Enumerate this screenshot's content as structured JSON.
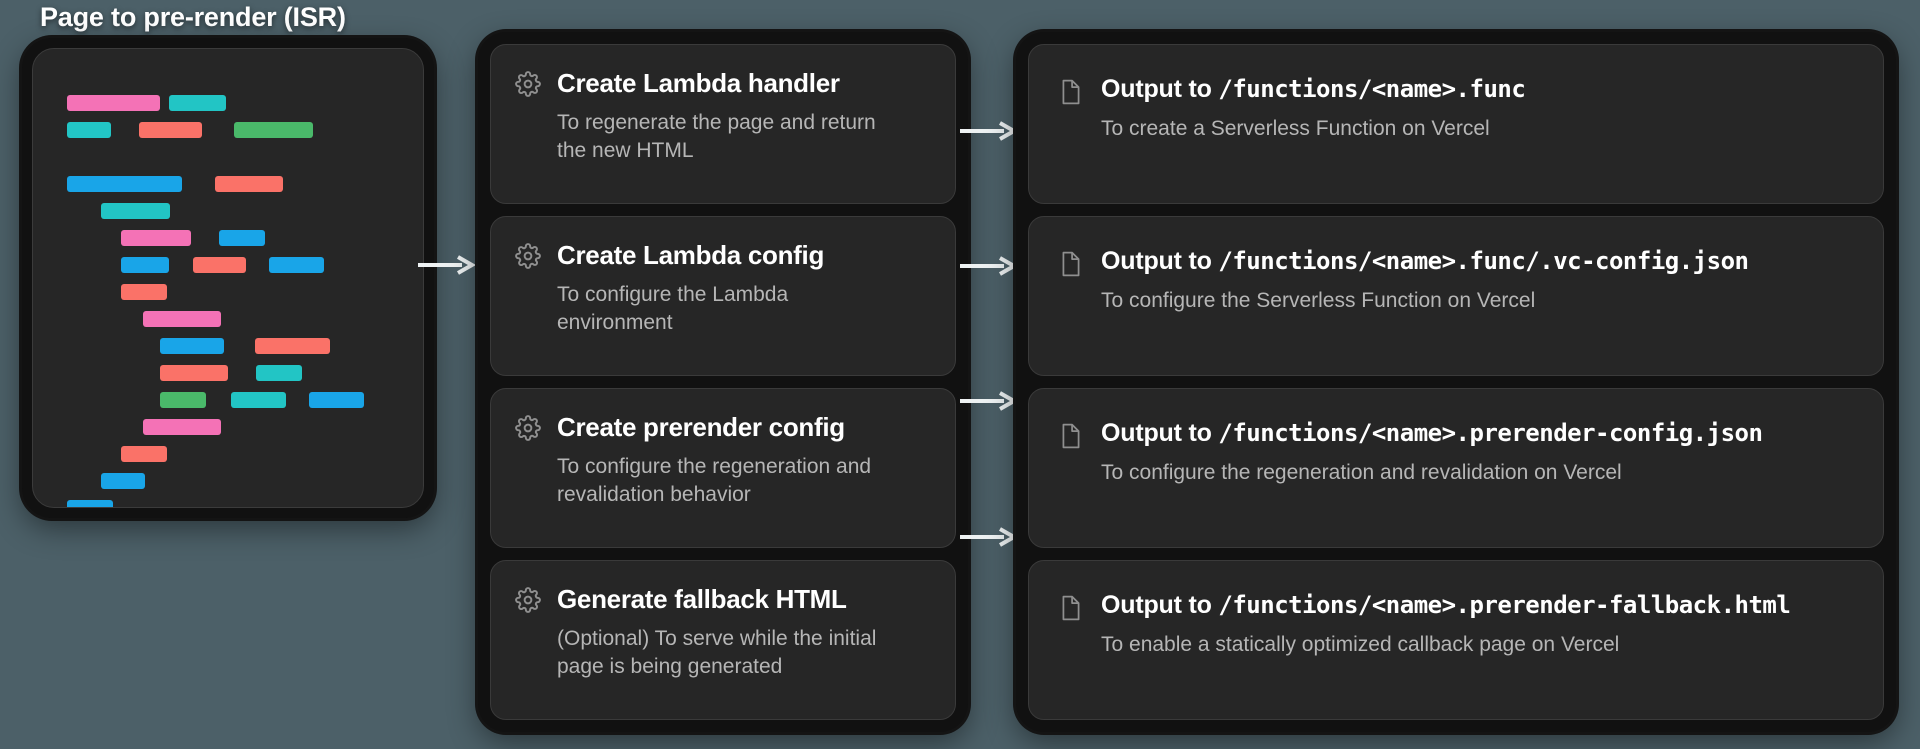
{
  "background_color": "#4c6068",
  "columns": {
    "left": {
      "title": "Page to pre-render (ISR)",
      "panel_name": "code-preview-panel",
      "code_lines": [
        [
          {
            "c": "#f472b6",
            "w": 93
          },
          {
            "c": "#22c5c5",
            "w": 57
          }
        ],
        [
          {
            "c": "#22c5c5",
            "w": 44
          },
          {
            "s": 10
          },
          {
            "c": "#fa7268",
            "w": 63
          },
          {
            "s": 14
          },
          {
            "c": "#4ab96a",
            "w": 79
          }
        ],
        [],
        [
          {
            "c": "#19a5e8",
            "w": 115
          },
          {
            "s": 15
          },
          {
            "c": "#fa7268",
            "w": 68
          }
        ],
        [
          {
            "s": 25
          },
          {
            "c": "#22c5c5",
            "w": 69
          }
        ],
        [
          {
            "s": 45
          },
          {
            "c": "#f472b6",
            "w": 70
          },
          {
            "s": 10
          },
          {
            "c": "#19a5e8",
            "w": 46
          }
        ],
        [
          {
            "s": 45
          },
          {
            "c": "#19a5e8",
            "w": 48
          },
          {
            "s": 6
          },
          {
            "c": "#fa7268",
            "w": 53
          },
          {
            "s": 5
          },
          {
            "c": "#19a5e8",
            "w": 55
          }
        ],
        [
          {
            "s": 45
          },
          {
            "c": "#fa7268",
            "w": 46
          }
        ],
        [
          {
            "s": 67
          },
          {
            "c": "#f472b6",
            "w": 78
          }
        ],
        [
          {
            "s": 84
          },
          {
            "c": "#19a5e8",
            "w": 64
          },
          {
            "s": 13
          },
          {
            "c": "#fa7268",
            "w": 75
          }
        ],
        [
          {
            "s": 84
          },
          {
            "c": "#fa7268",
            "w": 68
          },
          {
            "s": 10
          },
          {
            "c": "#22c5c5",
            "w": 46
          }
        ],
        [
          {
            "s": 84
          },
          {
            "c": "#4ab96a",
            "w": 46
          },
          {
            "s": 7
          },
          {
            "c": "#22c5c5",
            "w": 55
          },
          {
            "s": 5
          },
          {
            "c": "#19a5e8",
            "w": 55
          }
        ],
        [
          {
            "s": 67
          },
          {
            "c": "#f472b6",
            "w": 78
          }
        ],
        [
          {
            "s": 45
          },
          {
            "c": "#fa7268",
            "w": 46
          }
        ],
        [
          {
            "s": 25
          },
          {
            "c": "#19a5e8",
            "w": 44
          }
        ],
        [
          {
            "c": "#19a5e8",
            "w": 46
          }
        ]
      ]
    },
    "middle": {
      "cards": [
        {
          "icon": "gear-icon",
          "title": "Create Lambda handler",
          "desc": "To regenerate the page and return the new HTML"
        },
        {
          "icon": "gear-icon",
          "title": "Create Lambda config",
          "desc": "To configure the Lambda environment"
        },
        {
          "icon": "gear-icon",
          "title": "Create prerender config",
          "desc": "To configure the regeneration and revalidation behavior"
        },
        {
          "icon": "gear-icon",
          "title": "Generate fallback HTML",
          "desc": "(Optional) To serve while the initial page is being generated"
        }
      ]
    },
    "right": {
      "cards": [
        {
          "icon": "file-icon",
          "title_prefix": "Output to ",
          "title_path": "/functions/<name>.func",
          "desc": "To create a Serverless Function on Vercel"
        },
        {
          "icon": "file-icon",
          "title_prefix": "Output to ",
          "title_path": "/functions/<name>.func/.vc-config.json",
          "desc": "To configure the Serverless Function on Vercel"
        },
        {
          "icon": "file-icon",
          "title_prefix": "Output to ",
          "title_path": "/functions/<name>.prerender-config.json",
          "desc": "To configure the regeneration and revalidation on Vercel"
        },
        {
          "icon": "file-icon",
          "title_prefix": "Output to ",
          "title_path": "/functions/<name>.prerender-fallback.html",
          "desc": "To enable a statically optimized callback page on Vercel"
        }
      ]
    }
  },
  "arrows": [
    {
      "name": "arrow-left-to-middle"
    },
    {
      "name": "arrow-middle-to-right-1"
    },
    {
      "name": "arrow-middle-to-right-2"
    },
    {
      "name": "arrow-middle-to-right-3"
    },
    {
      "name": "arrow-middle-to-right-4"
    }
  ],
  "palette": {
    "pink": "#f472b6",
    "teal": "#22c5c5",
    "red": "#fa7268",
    "green": "#4ab96a",
    "blue": "#19a5e8",
    "card_bg": "#262626",
    "shell_bg": "#111111",
    "text_primary": "#ffffff",
    "text_secondary": "#b6b6b6"
  }
}
